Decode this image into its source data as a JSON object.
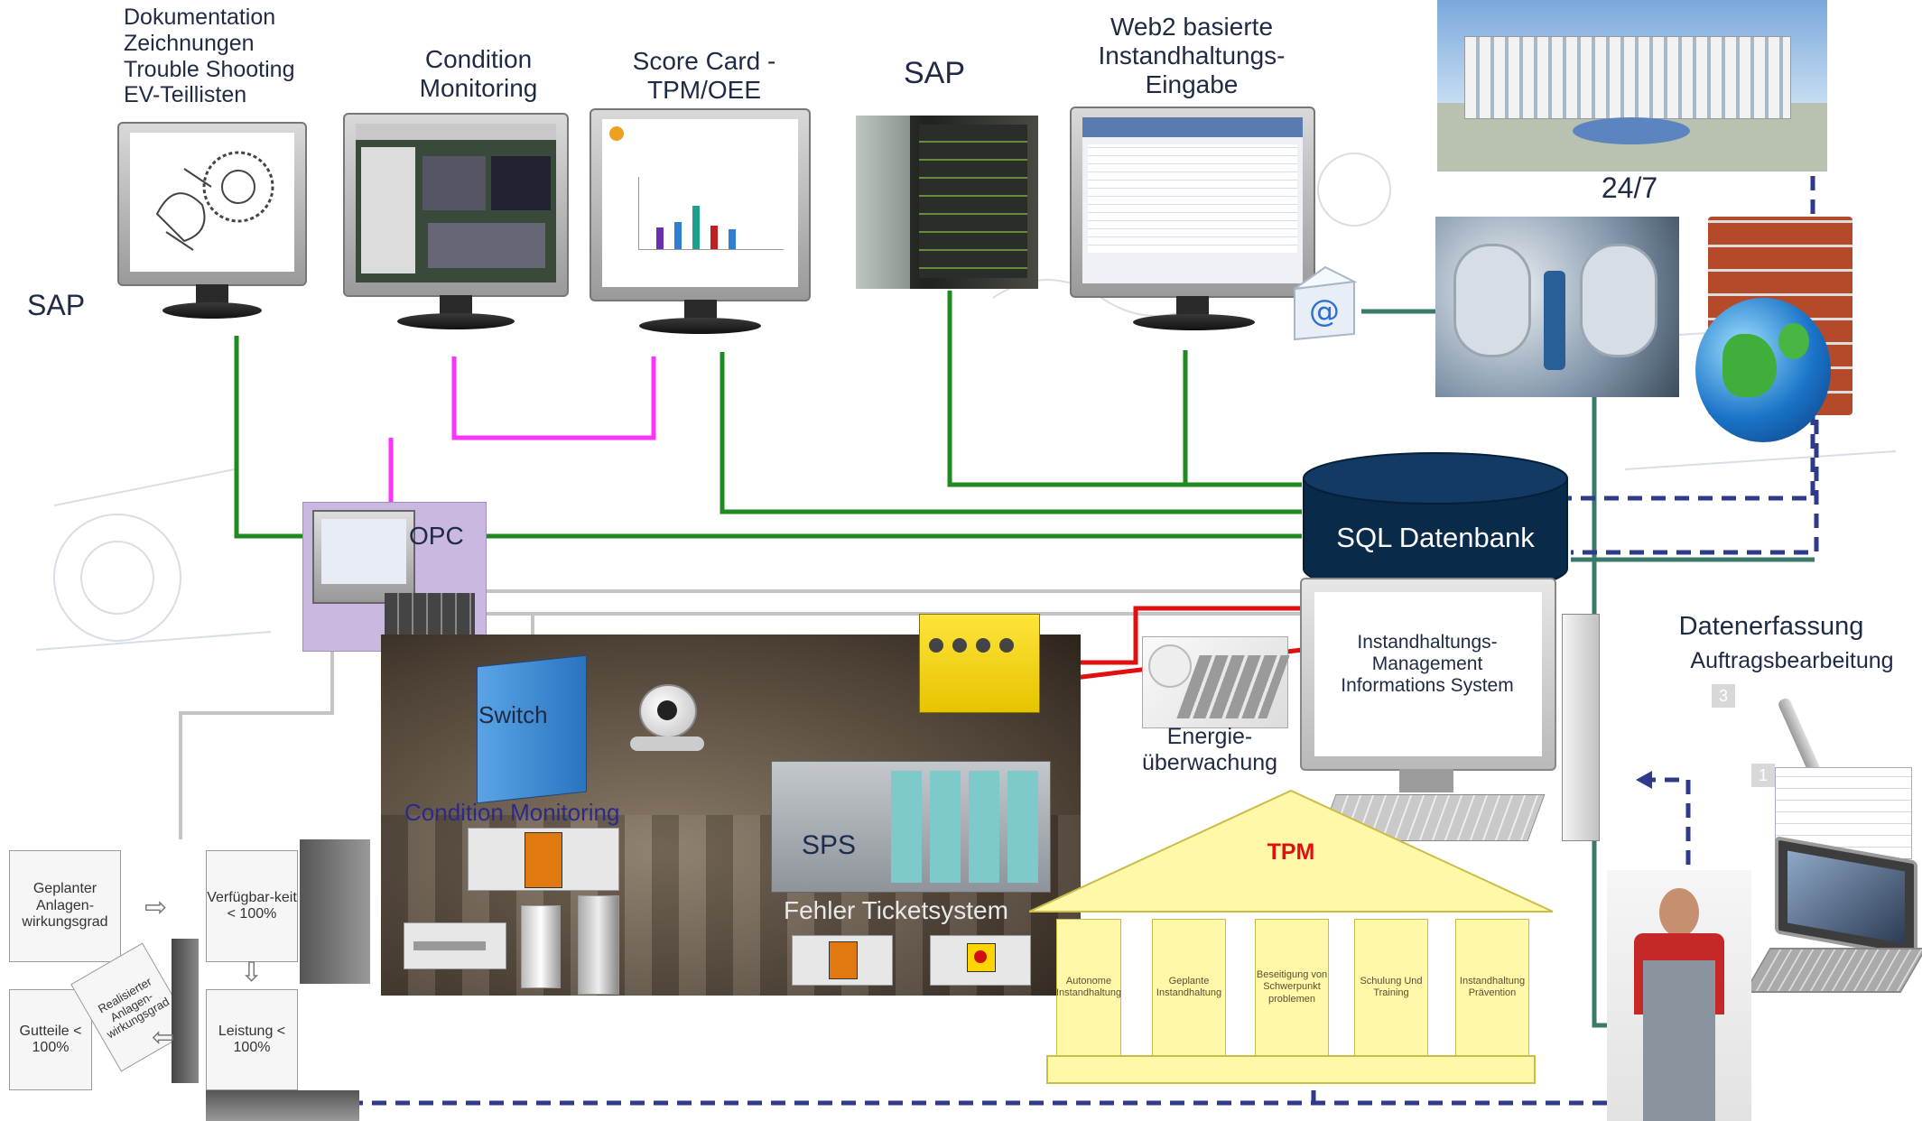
{
  "labels": {
    "doc_lines": [
      "Dokumentation",
      "Zeichnungen",
      "Trouble Shooting",
      "EV-Teillisten"
    ],
    "sap_left": "SAP",
    "condition_monitoring_top": [
      "Condition",
      "Monitoring"
    ],
    "score_card": [
      "Score Card  -",
      "TPM/OEE"
    ],
    "sap_top": "SAP",
    "web2": [
      "Web2 basierte",
      "Instandhaltungs-",
      "Eingabe"
    ],
    "twentyfour_seven": "24/7",
    "opc": "OPC",
    "sql": "SQL Datenbank",
    "imis": [
      "Instandhaltungs-",
      "Management",
      "Informations System"
    ],
    "datenerfassung": "Datenerfassung",
    "auftragsbearbeitung": "Auftragsbearbeitung",
    "switch": "Switch",
    "condition_monitoring_mid": "Condition Monitoring",
    "sps": "SPS",
    "fehler_ticket": "Fehler Ticketsystem",
    "energie": [
      "Energie-",
      "überwachung"
    ],
    "tpm": "TPM"
  },
  "tpm_columns": [
    "Autonome Instandhaltung",
    "Geplante Instandhaltung",
    "Beseitigung von Schwerpunkt problemen",
    "Schulung Und Training",
    "Instandhaltung Prävention"
  ],
  "oee_boxes": {
    "geplanter": "Geplanter Anlagen-wirkungsgrad",
    "verfuegbarkeit": "Verfügbar-keit < 100%",
    "gutteile": "Gutteile < 100%",
    "leistung": "Leistung < 100%",
    "realisierter": "Realisierter Anlagen-wirkungsgrad"
  },
  "badges": {
    "step1": "1",
    "step3": "3"
  },
  "colors": {
    "green_line": "#1f8a1f",
    "magenta_line": "#ff33ff",
    "red_line": "#e01010",
    "teal_line": "#3a7a6a",
    "dashed_navy": "#2f3a8a",
    "gray_line": "#c0c0c0",
    "sql_fill": "#0a2a4a",
    "tpm_fill": "#fff8a8",
    "text_navy": "#1f2a44"
  },
  "icons": [
    "email-at-icon",
    "globe-icon",
    "firewall-icon",
    "camera-icon",
    "calculator-icon",
    "pen-icon",
    "laptop-icon"
  ]
}
